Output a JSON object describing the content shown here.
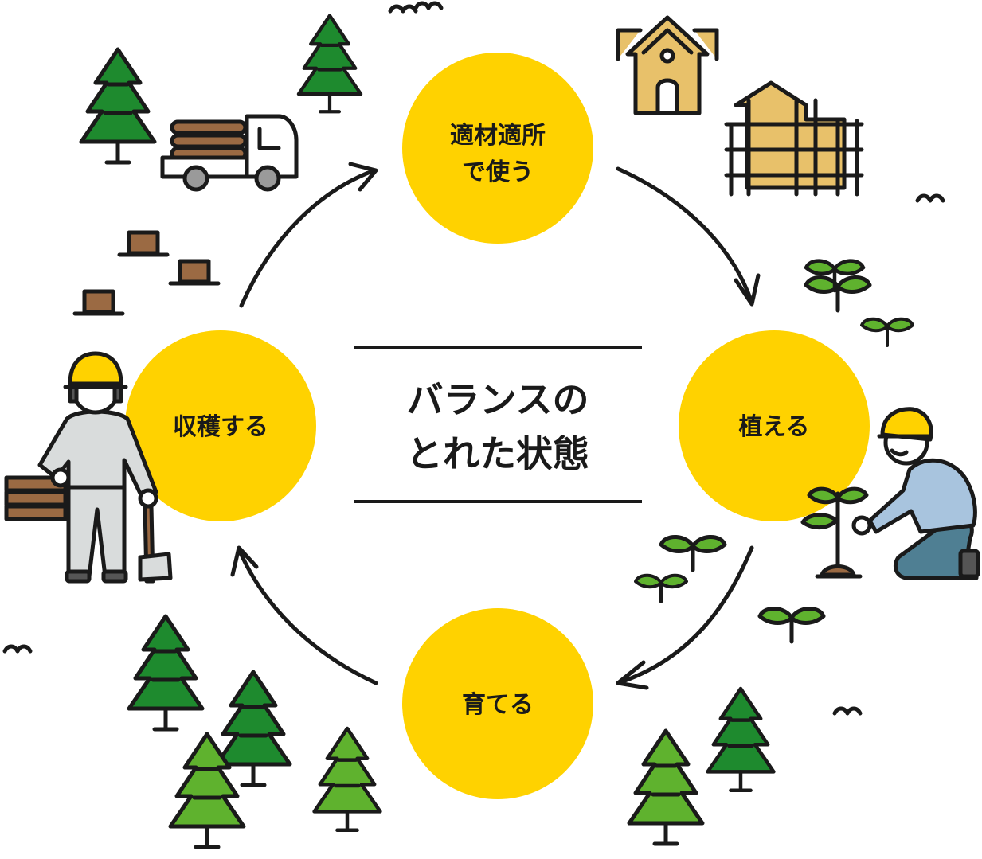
{
  "center": {
    "line1": "バランスの",
    "line2": "とれた状態"
  },
  "nodes": {
    "top": {
      "line1": "適材適所",
      "line2": "で使う"
    },
    "right": {
      "label": "植える"
    },
    "bottom": {
      "label": "育てる"
    },
    "left": {
      "label": "収穫する"
    }
  },
  "colors": {
    "node_fill": "#FFD200",
    "ink": "#1a1a1a",
    "tree_dark": "#1E8A2E",
    "tree_light": "#5FB22E",
    "wood": "#E8C16A",
    "stump": "#9B6A43",
    "helmet": "#FFD200",
    "worker_left_suit": "#D9DCDC",
    "worker_right_shirt": "#A8C4DE",
    "worker_right_pants": "#4F7F93"
  },
  "icons": [
    "tree-icon",
    "truck-icon",
    "house-icon",
    "scaffold-house-icon",
    "sprout-icon",
    "stump-icon",
    "bird-icon",
    "worker-harvest-icon",
    "worker-plant-icon",
    "axe-icon",
    "log-pile-icon"
  ]
}
